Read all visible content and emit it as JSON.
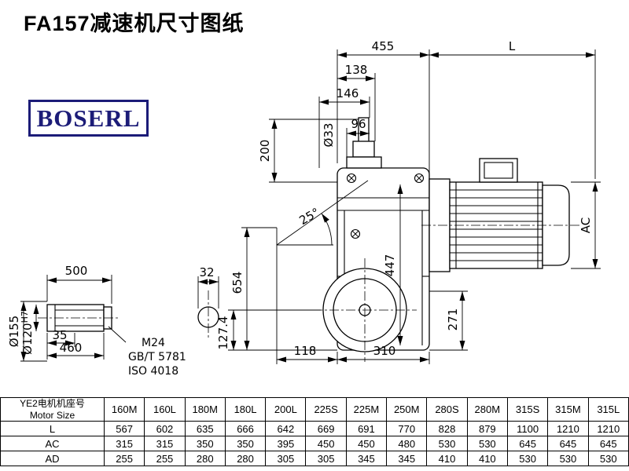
{
  "page": {
    "title": "FA157减速机尺寸图纸",
    "logo_text": "BOSERL"
  },
  "drawing": {
    "dim_455": "455",
    "dim_L": "L",
    "dim_138": "138",
    "dim_146": "146",
    "dim_96": "96",
    "dim_phi33": "Ø33",
    "dim_200": "200",
    "dim_angle": "25°",
    "dim_654": "654",
    "dim_447": "447",
    "dim_AC": "AC",
    "dim_271": "271",
    "dim_118": "118",
    "dim_310": "310",
    "dim_127": "127.4",
    "dim_500": "500",
    "dim_32": "32",
    "dim_35": "35",
    "dim_460": "460",
    "dim_phi155": "Ø155",
    "dim_phi120": "Ø120",
    "dim_phi120_tol": "H7",
    "thread_label": "M24",
    "standard_gb": "GB/T 5781",
    "standard_iso": "ISO 4018"
  },
  "table": {
    "header_cn": "YE2电机机座号",
    "header_en": "Motor Size",
    "columns": [
      "160M",
      "160L",
      "180M",
      "180L",
      "200L",
      "225S",
      "225M",
      "250M",
      "280S",
      "280M",
      "315S",
      "315M",
      "315L"
    ],
    "rows": [
      {
        "label": "L",
        "values": [
          567,
          602,
          635,
          666,
          642,
          669,
          691,
          770,
          828,
          879,
          1100,
          1210,
          1210
        ]
      },
      {
        "label": "AC",
        "values": [
          315,
          315,
          350,
          350,
          395,
          450,
          450,
          480,
          530,
          530,
          645,
          645,
          645
        ]
      },
      {
        "label": "AD",
        "values": [
          255,
          255,
          280,
          280,
          305,
          305,
          345,
          345,
          410,
          410,
          530,
          530,
          530
        ]
      }
    ]
  }
}
